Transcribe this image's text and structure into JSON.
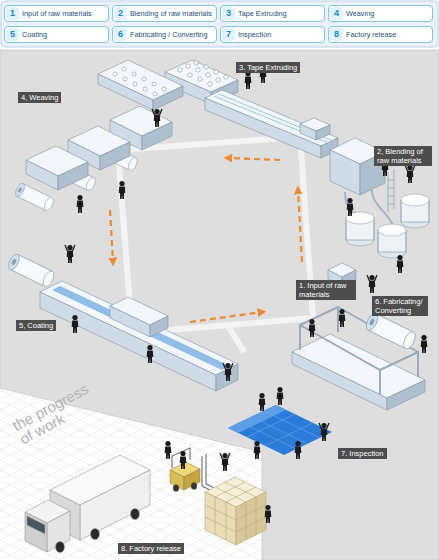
{
  "diagram": {
    "nodes": [
      {
        "text": [
          "1",
          "Input of raw materials"
        ]
      },
      {
        "text": [
          "2",
          "Blending of raw materials"
        ]
      },
      {
        "text": [
          "3",
          "Tape Extruding"
        ]
      },
      {
        "text": [
          "4",
          "Weaving"
        ]
      },
      {
        "text": [
          "5",
          "Coating"
        ]
      },
      {
        "text": [
          "6",
          "Fabricating / Converting"
        ]
      },
      {
        "text": [
          "7",
          "Inspection"
        ]
      },
      {
        "text": [
          "8",
          "Factory release"
        ]
      },
      {
        "text": [
          "3. Tape Extruding"
        ]
      },
      {
        "text": [
          "4, Weaving"
        ]
      },
      {
        "text": [
          "2, Blending of raw materials"
        ]
      },
      {
        "text": [
          "1. Input of raw materials"
        ]
      },
      {
        "text": [
          "6. Fabricating/ Converting"
        ]
      },
      {
        "text": [
          "5, Coating"
        ]
      },
      {
        "text": [
          "7. Inspection"
        ]
      },
      {
        "text": [
          "8. Factory release"
        ]
      }
    ],
    "labels": [
      "the progress of work"
    ]
  }
}
